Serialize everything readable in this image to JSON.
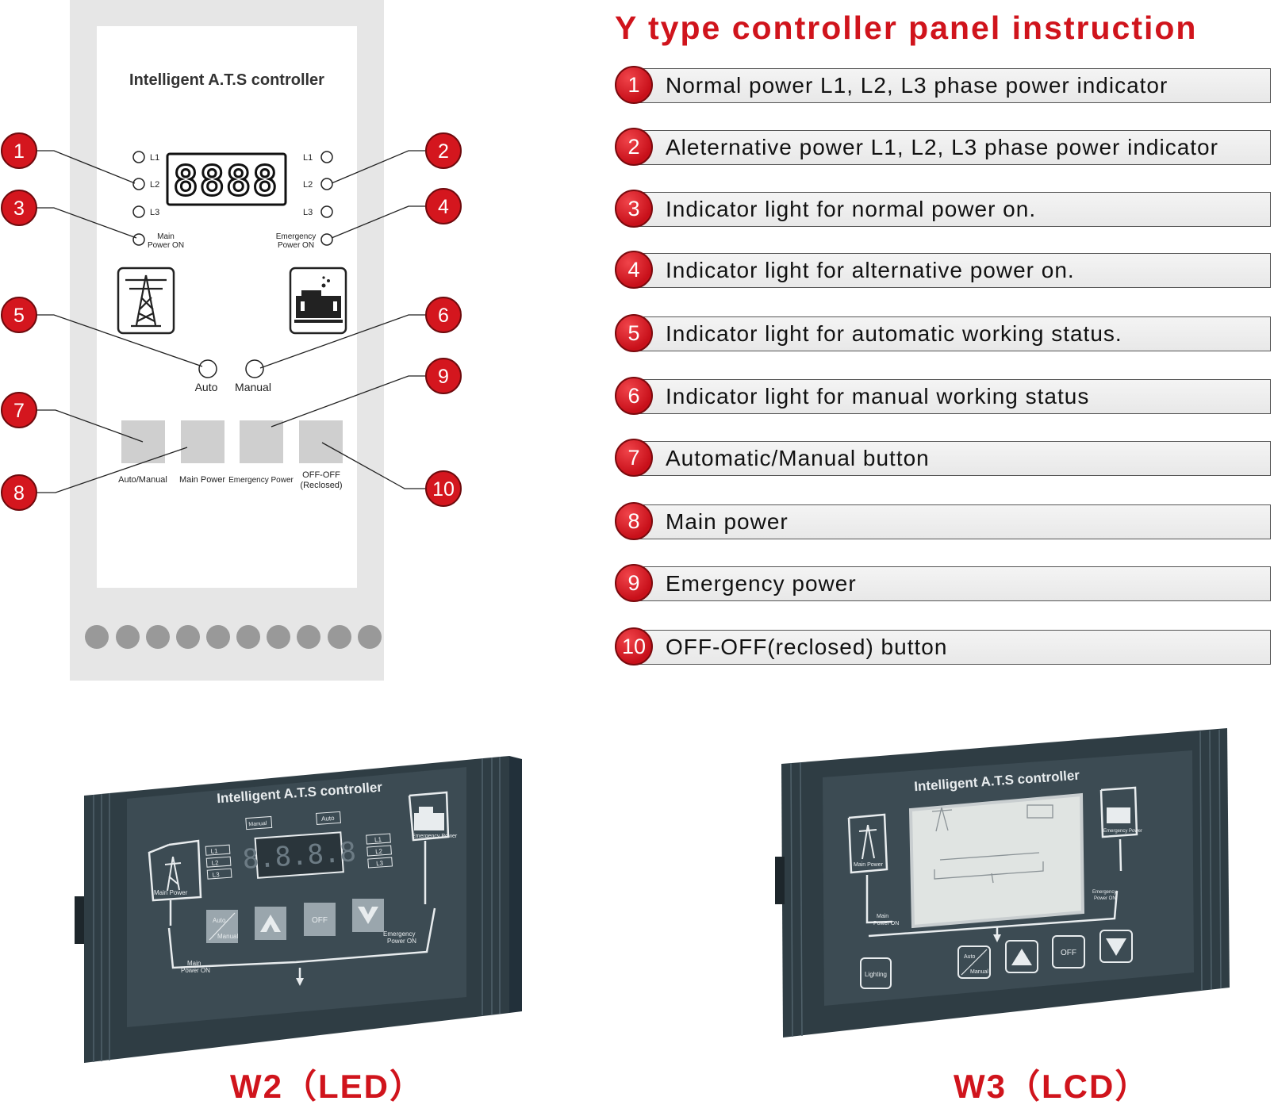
{
  "panel": {
    "title": "Intelligent A.T.S controller",
    "display_value": "8888",
    "left_phase_labels": [
      "L1",
      "L2",
      "L3"
    ],
    "right_phase_labels": [
      "L1",
      "L2",
      "L3"
    ],
    "main_power_on_label": [
      "Main",
      "Power ON"
    ],
    "emergency_power_on_label": [
      "Emergency",
      "Power ON"
    ],
    "auto_label": "Auto",
    "manual_label": "Manual",
    "buttons": [
      {
        "label": [
          "Auto/Manual"
        ]
      },
      {
        "label": [
          "Main Power"
        ]
      },
      {
        "label": [
          "Emergency Power"
        ]
      },
      {
        "label": [
          "OFF-OFF",
          "(Reclosed)"
        ]
      }
    ],
    "callouts": [
      "1",
      "2",
      "3",
      "4",
      "5",
      "6",
      "7",
      "8",
      "9",
      "10"
    ],
    "icons": [
      "transmission-tower-icon",
      "generator-icon"
    ]
  },
  "instructions": {
    "title": "Y type controller panel instruction",
    "items": [
      {
        "num": "1",
        "text": "Normal power L1, L2, L3 phase power indicator"
      },
      {
        "num": "2",
        "text": "Aleternative power L1, L2, L3 phase power indicator"
      },
      {
        "num": "3",
        "text": "Indicator light for normal power on."
      },
      {
        "num": "4",
        "text": "Indicator light for alternative power on."
      },
      {
        "num": "5",
        "text": "Indicator light for automatic working status."
      },
      {
        "num": "6",
        "text": "Indicator light for manual working status"
      },
      {
        "num": "7",
        "text": "Automatic/Manual button"
      },
      {
        "num": "8",
        "text": "Main power"
      },
      {
        "num": "9",
        "text": "Emergency power"
      },
      {
        "num": "10",
        "text": "OFF-OFF(reclosed) button"
      }
    ]
  },
  "products": {
    "w2": {
      "caption": "W2（LED）",
      "title": "Intelligent A.T.S controller",
      "display_value": "8.8.8.8",
      "phase_labels": [
        "L1",
        "L2",
        "L3"
      ],
      "tag_manual": "Manual",
      "tag_auto": "Auto",
      "main_power_label": "Main Power",
      "emergency_power_label": "Emergency Power",
      "main_power_on_label": [
        "Main",
        "Power ON"
      ],
      "emergency_power_on_label": [
        "Emergency",
        "Power ON"
      ],
      "button_auto": [
        "Auto",
        "Manual"
      ],
      "button_off": "OFF"
    },
    "w3": {
      "caption": "W3（LCD）",
      "title": "Intelligent A.T.S controller",
      "main_power_label": "Main Power",
      "emergency_power_label": "Emergency Power",
      "main_power_on_label": [
        "Main",
        "Power ON"
      ],
      "emergency_power_on_label": [
        "Emergency",
        "Power ON"
      ],
      "button_lighting": "Lighting",
      "button_auto": [
        "Auto",
        "Manual"
      ],
      "button_off": "OFF"
    }
  },
  "colors": {
    "accent_red": "#d0141c",
    "panel_dark": "#3a4850",
    "panel_grey": "#e6e6e6"
  }
}
